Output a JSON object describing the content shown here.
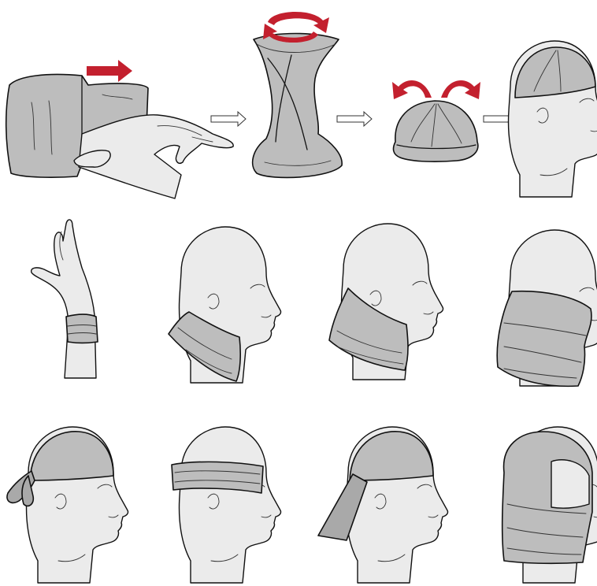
{
  "figure": {
    "accent_color": "#c3202e",
    "cloth_color": "#bdbdbd",
    "skin_color": "#ebebeb",
    "outline_color": "#111111"
  },
  "rows": [
    {
      "steps": [
        "tube-pulled-over-hand",
        "tube-twisted",
        "beanie-folded",
        "head-wearing-beanie"
      ]
    },
    {
      "styles": [
        "wristband",
        "neck-scarf",
        "neck-gaiter",
        "face-mask"
      ]
    },
    {
      "styles": [
        "pirate-cap",
        "headband",
        "tail-cap",
        "balaclava-hood"
      ]
    }
  ]
}
